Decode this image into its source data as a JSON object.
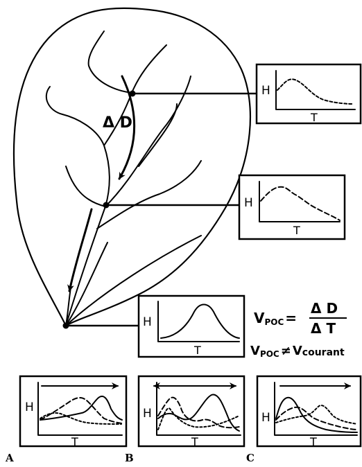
{
  "delta_label": "Δ D",
  "axis_h": "H",
  "axis_t": "T",
  "formula": {
    "v": "V",
    "poc": "POC",
    "eq": "=",
    "numerator": "Δ D",
    "denominator": "Δ T",
    "neq": "≠",
    "v2": "V",
    "courant": "courant"
  },
  "panel_labels": [
    "A",
    "B",
    "C"
  ]
}
